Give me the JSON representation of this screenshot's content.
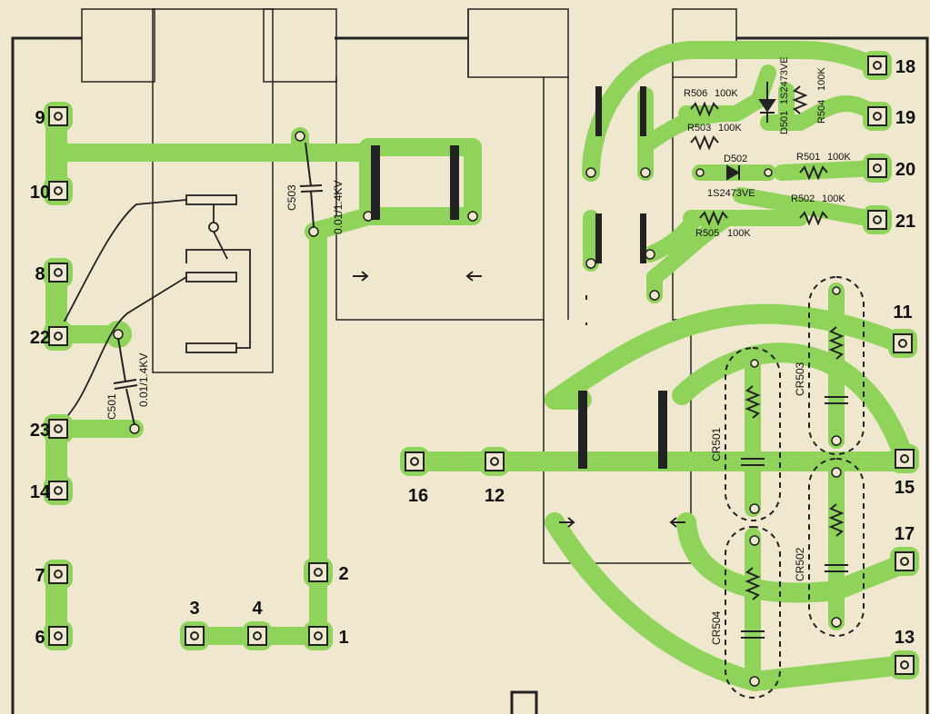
{
  "colors": {
    "paper": "#efe8cf",
    "trace": "#8fd35a",
    "ink": "#222222",
    "ghost": "#c9c2a8"
  },
  "terminals": [
    {
      "id": "9",
      "label": "9"
    },
    {
      "id": "10",
      "label": "10"
    },
    {
      "id": "8",
      "label": "8"
    },
    {
      "id": "22",
      "label": "22"
    },
    {
      "id": "23",
      "label": "23"
    },
    {
      "id": "14",
      "label": "14"
    },
    {
      "id": "7",
      "label": "7"
    },
    {
      "id": "6",
      "label": "6"
    },
    {
      "id": "3",
      "label": "3"
    },
    {
      "id": "4",
      "label": "4"
    },
    {
      "id": "1",
      "label": "1"
    },
    {
      "id": "2",
      "label": "2"
    },
    {
      "id": "16",
      "label": "16"
    },
    {
      "id": "12",
      "label": "12"
    },
    {
      "id": "18",
      "label": "18"
    },
    {
      "id": "19",
      "label": "19"
    },
    {
      "id": "20",
      "label": "20"
    },
    {
      "id": "21",
      "label": "21"
    },
    {
      "id": "11",
      "label": "11"
    },
    {
      "id": "15",
      "label": "15"
    },
    {
      "id": "17",
      "label": "17"
    },
    {
      "id": "13",
      "label": "13"
    }
  ],
  "components": {
    "c503": {
      "ref": "C503",
      "value": "0.01/1.4KV"
    },
    "c501": {
      "ref": "C501",
      "value": "0.01/1.4KV"
    },
    "r506": {
      "ref": "R506",
      "value": "100K"
    },
    "r503": {
      "ref": "R503",
      "value": "100K"
    },
    "r505": {
      "ref": "R505",
      "value": "100K"
    },
    "r501": {
      "ref": "R501",
      "value": "100K"
    },
    "r502": {
      "ref": "R502",
      "value": "100K"
    },
    "r504": {
      "ref": "R504",
      "value": "100K"
    },
    "d501": {
      "ref": "D501",
      "value": "1S2473VE"
    },
    "d502": {
      "ref": "D502",
      "value": "1S2473VE"
    },
    "cr501": {
      "ref": "CR501"
    },
    "cr502": {
      "ref": "CR502"
    },
    "cr503": {
      "ref": "CR503"
    },
    "cr504": {
      "ref": "CR504"
    }
  }
}
